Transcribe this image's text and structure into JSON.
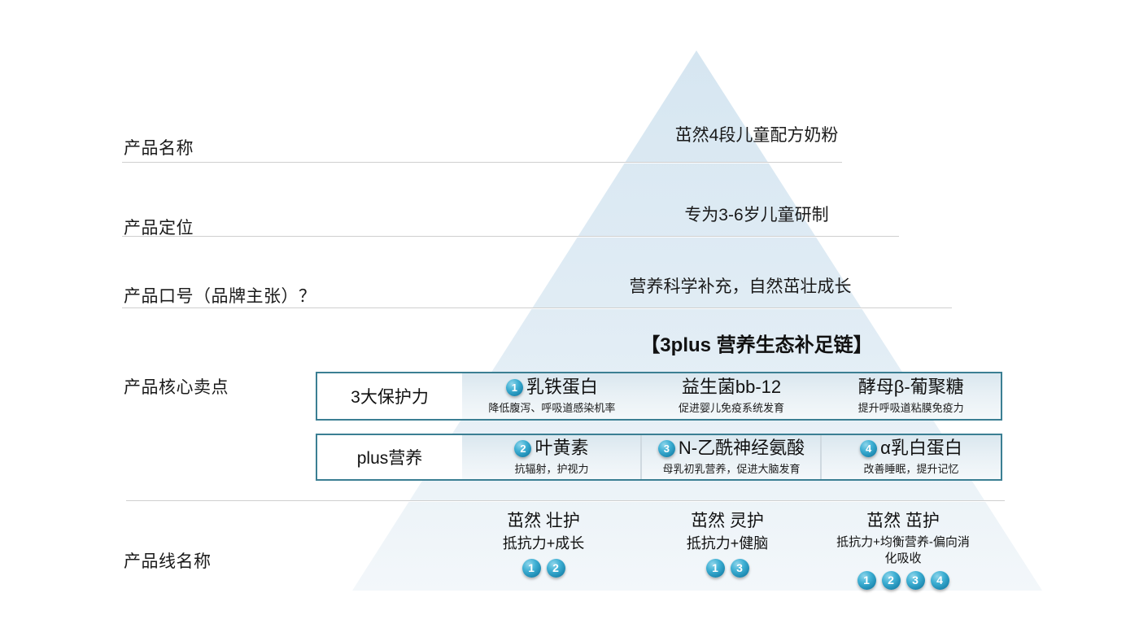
{
  "theme": {
    "pyramid_fill": "#dde9f2",
    "box_border": "#3b7f93",
    "badge_color": "#2a9fc4",
    "divider_color": "#cfcfcf",
    "text_color": "#1a1a1a"
  },
  "rows": [
    {
      "label": "产品名称",
      "value": "茁然4段儿童配方奶粉"
    },
    {
      "label": "产品定位",
      "value": "专为3-6岁儿童研制"
    },
    {
      "label": "产品口号（品牌主张）？",
      "value": "营养科学补充，自然茁壮成长"
    },
    {
      "label": "产品核心卖点"
    },
    {
      "label": "产品线名称"
    }
  ],
  "core_selling_points": {
    "heading": "【3plus 营养生态补足链】",
    "groups": [
      {
        "title": "3大保护力",
        "items": [
          {
            "badge": "1",
            "name": "乳铁蛋白",
            "desc": "降低腹泻、呼吸道感染机率"
          },
          {
            "badge": "",
            "name": "益生菌bb-12",
            "desc": "促进婴儿免疫系统发育"
          },
          {
            "badge": "",
            "name": "酵母β-葡聚糖",
            "desc": "提升呼吸道粘膜免疫力"
          }
        ]
      },
      {
        "title": "plus营养",
        "items": [
          {
            "badge": "2",
            "name": "叶黄素",
            "desc": "抗辐射，护视力"
          },
          {
            "badge": "3",
            "name": "N-乙酰神经氨酸",
            "desc": "母乳初乳营养，促进大脑发育"
          },
          {
            "badge": "4",
            "name": "α乳白蛋白",
            "desc": "改善睡眠，提升记忆"
          }
        ]
      }
    ]
  },
  "product_lines": [
    {
      "name": "茁然 壮护",
      "sub": "抵抗力+成长",
      "badges": [
        "1",
        "2"
      ]
    },
    {
      "name": "茁然 灵护",
      "sub": "抵抗力+健脑",
      "badges": [
        "1",
        "3"
      ]
    },
    {
      "name": "茁然 茁护",
      "sub": "抵抗力+均衡营养-偏向消化吸收",
      "badges": [
        "1",
        "2",
        "3",
        "4"
      ]
    }
  ]
}
